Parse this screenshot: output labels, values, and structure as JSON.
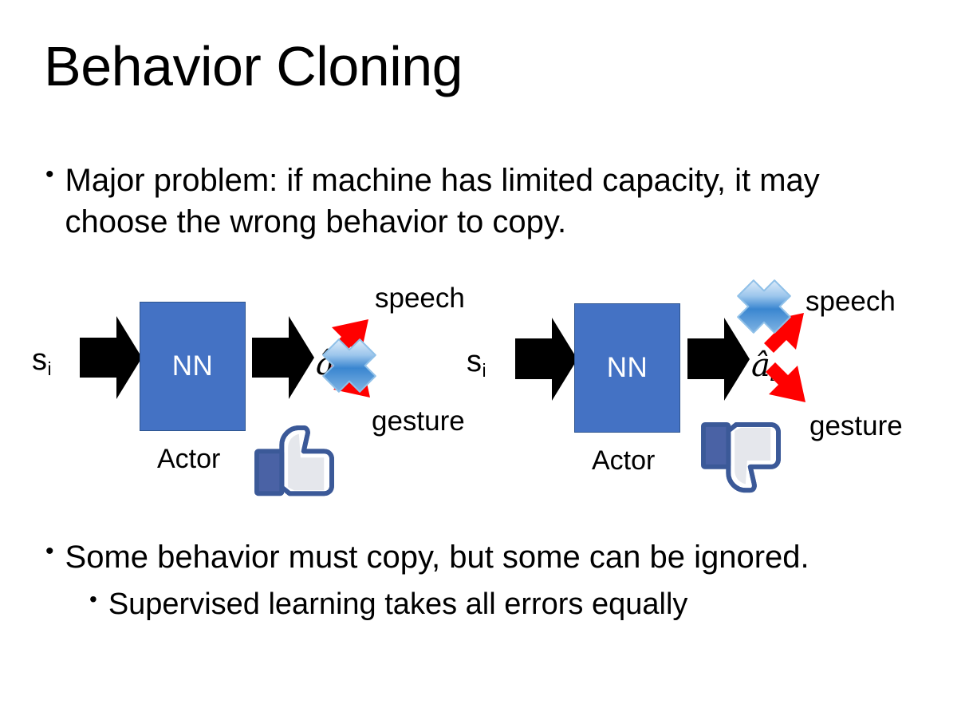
{
  "slide": {
    "title": "Behavior Cloning",
    "background_color": "#FFFFFF"
  },
  "bullets": {
    "top": {
      "marker": "•",
      "text": "Major problem: if machine has limited capacity, it may choose the wrong behavior to copy."
    },
    "bottom_1": {
      "marker": "•",
      "text": "Some behavior must copy, but some can be ignored."
    },
    "bottom_2": {
      "marker": "•",
      "text": "Supervised learning takes all errors equally"
    }
  },
  "colors": {
    "nn_box_fill": "#4472C4",
    "nn_box_border": "#2E558F",
    "nn_box_text": "#FFFFFF",
    "arrow_black": "#000000",
    "arrow_red": "#FF0000",
    "cross_blue_light": "#CFE3F7",
    "cross_blue_mid": "#6FA8DC",
    "cross_blue_dark": "#2E75B6",
    "thumb_outline": "#3B5998",
    "thumb_fill": "#FFFFFF",
    "thumb_cuff": "#4A62A5",
    "thumb_shade": "#E4E6EB",
    "text_black": "#000000"
  },
  "diagrams": [
    {
      "id": "left",
      "state_label": "s",
      "state_subscript": "i",
      "nn_label": "NN",
      "actor_label": "Actor",
      "action_label": "â",
      "action_subscript": "i",
      "branches": [
        {
          "name": "speech",
          "label": "speech",
          "crossed": false
        },
        {
          "name": "gesture",
          "label": "gesture",
          "crossed": true
        }
      ],
      "verdict_icon": "thumbs-up-icon",
      "verdict": "good"
    },
    {
      "id": "right",
      "state_label": "s",
      "state_subscript": "i",
      "nn_label": "NN",
      "actor_label": "Actor",
      "action_label": "â",
      "action_subscript": "i",
      "branches": [
        {
          "name": "speech",
          "label": "speech",
          "crossed": true
        },
        {
          "name": "gesture",
          "label": "gesture",
          "crossed": false
        }
      ],
      "verdict_icon": "thumbs-down-icon",
      "verdict": "bad"
    }
  ]
}
